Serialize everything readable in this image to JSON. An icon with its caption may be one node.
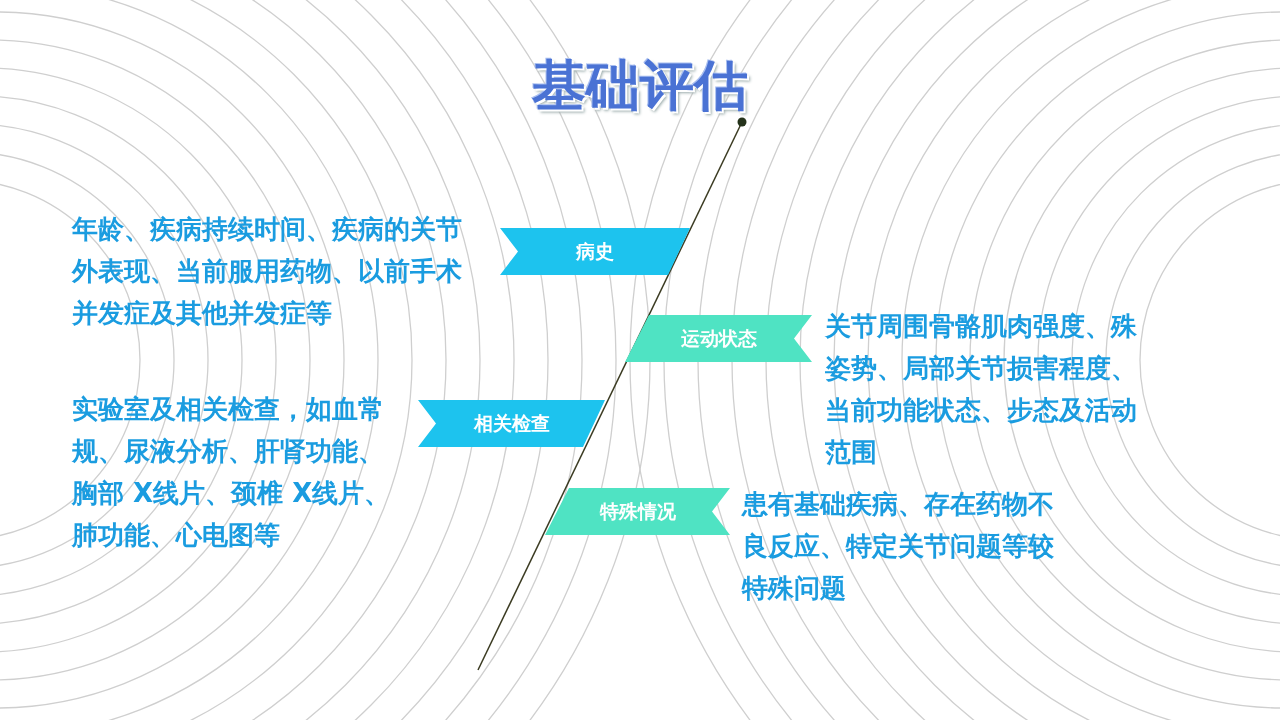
{
  "diagram": {
    "title": "基础评估",
    "nodes": [
      {
        "text": [
          "病史"
        ],
        "beside": [
          "年龄、疾病持续时间、疾病的关节外表现、当前服用药物、以前手术并发症及其他并发症等"
        ]
      },
      {
        "text": [
          "运动状态"
        ],
        "beside": [
          "关节周围骨骼肌肉强度、殊姿势、局部关节损害程度、当前功能状态、步态及活动范围"
        ]
      },
      {
        "text": [
          "相关检查"
        ],
        "beside": [
          "实验室及相关检查，如血常规、尿液分析、肝肾功能、胸部 X线片、颈椎 X线片、肺功能、心电图等"
        ]
      },
      {
        "text": [
          "特殊情况"
        ],
        "beside": [
          "患有基础疾病、存在药物不良反应、特定关节问题等较特殊问题"
        ]
      }
    ]
  }
}
